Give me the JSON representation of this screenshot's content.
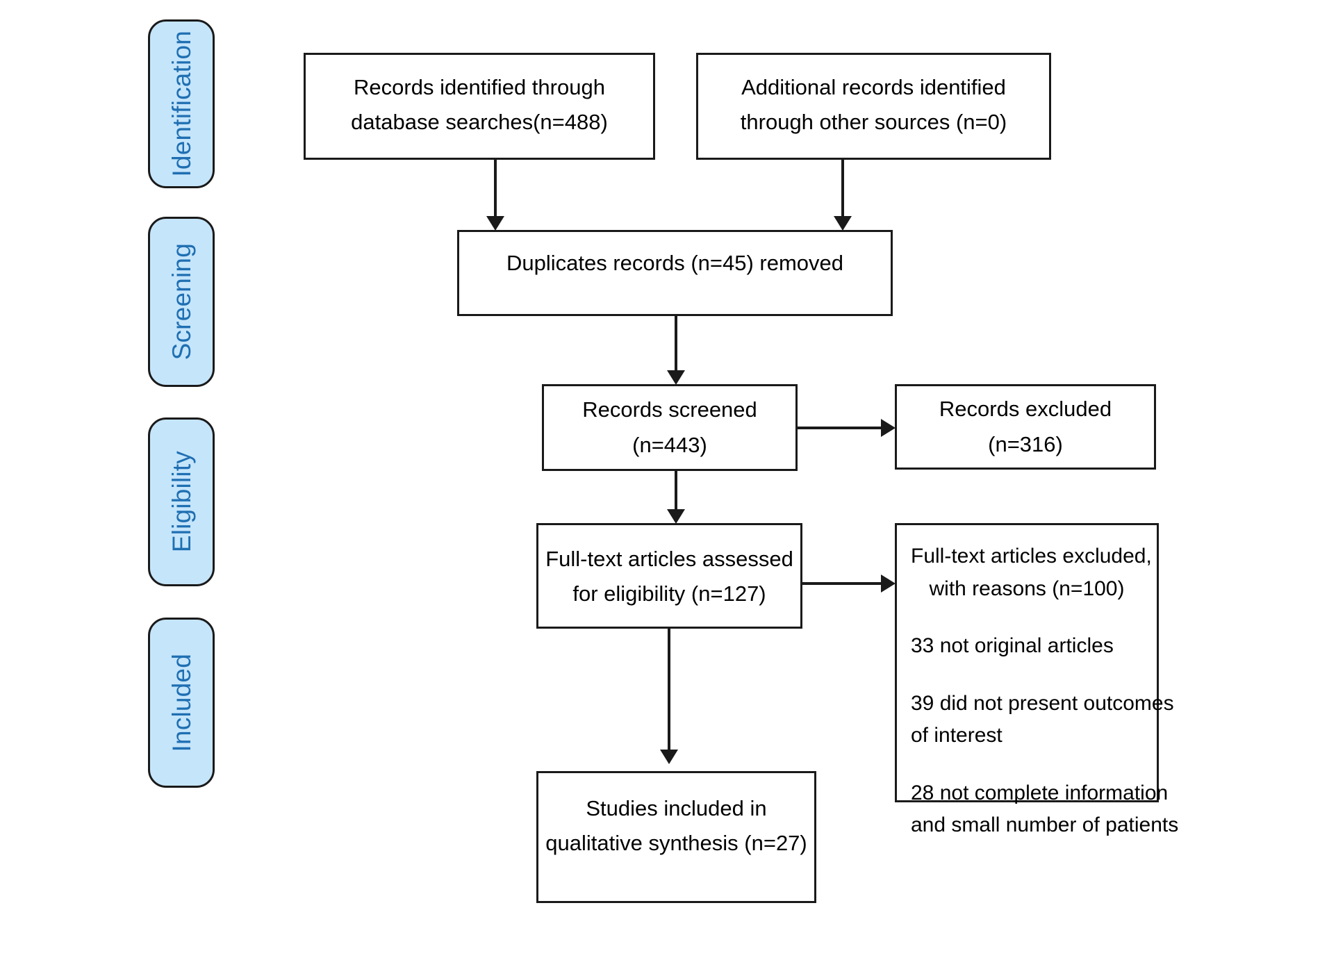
{
  "diagram": {
    "title": "PRISMA study selection flow diagram",
    "colors": {
      "stage_fill": "#c5e5fb",
      "stage_text": "#1f6fb2",
      "border": "#1a1a1a",
      "box_fill": "#ffffff",
      "box_text": "#000000"
    }
  },
  "stages": [
    {
      "label": "Identification"
    },
    {
      "label": "Screening"
    },
    {
      "label": "Eligibility"
    },
    {
      "label": "Included"
    }
  ],
  "boxes": {
    "records_database": {
      "lines": [
        "Records identified through",
        "database searches(n=488)"
      ],
      "n": 488
    },
    "records_other": {
      "lines": [
        "Additional records identified",
        "through other sources (n=0)"
      ],
      "n": 0
    },
    "duplicates_removed": {
      "lines": [
        "Duplicates records (n=45) removed"
      ],
      "n": 45
    },
    "records_screened": {
      "lines": [
        "Records screened",
        "(n=443)"
      ],
      "n": 443
    },
    "records_excluded": {
      "lines": [
        "Records excluded",
        "(n=316)"
      ],
      "n": 316
    },
    "fulltext_assessed": {
      "lines": [
        "Full-text articles assessed",
        "for eligibility (n=127)"
      ],
      "n": 127
    },
    "fulltext_excluded": {
      "heading": [
        "Full-text articles excluded,",
        "with reasons (n=100)"
      ],
      "n": 100,
      "reasons": [
        {
          "lines": [
            "33 not original articles"
          ],
          "count": 33
        },
        {
          "lines": [
            "39 did not present outcomes",
            "of interest"
          ],
          "count": 39
        },
        {
          "lines": [
            "28 not complete information",
            "and small number of patients"
          ],
          "count": 28
        }
      ]
    },
    "studies_included": {
      "lines": [
        "Studies included in",
        "qualitative synthesis (n=27)"
      ],
      "n": 27
    }
  },
  "connectors": [
    {
      "name": "database-to-duplicates",
      "type": "arrow-down"
    },
    {
      "name": "other-sources-to-duplicates",
      "type": "arrow-down"
    },
    {
      "name": "duplicates-to-screened",
      "type": "arrow-down"
    },
    {
      "name": "screened-to-excluded",
      "type": "arrow-right"
    },
    {
      "name": "screened-to-fulltext",
      "type": "arrow-down"
    },
    {
      "name": "fulltext-to-excluded-reasons",
      "type": "arrow-right"
    },
    {
      "name": "fulltext-to-included",
      "type": "arrow-down"
    }
  ]
}
